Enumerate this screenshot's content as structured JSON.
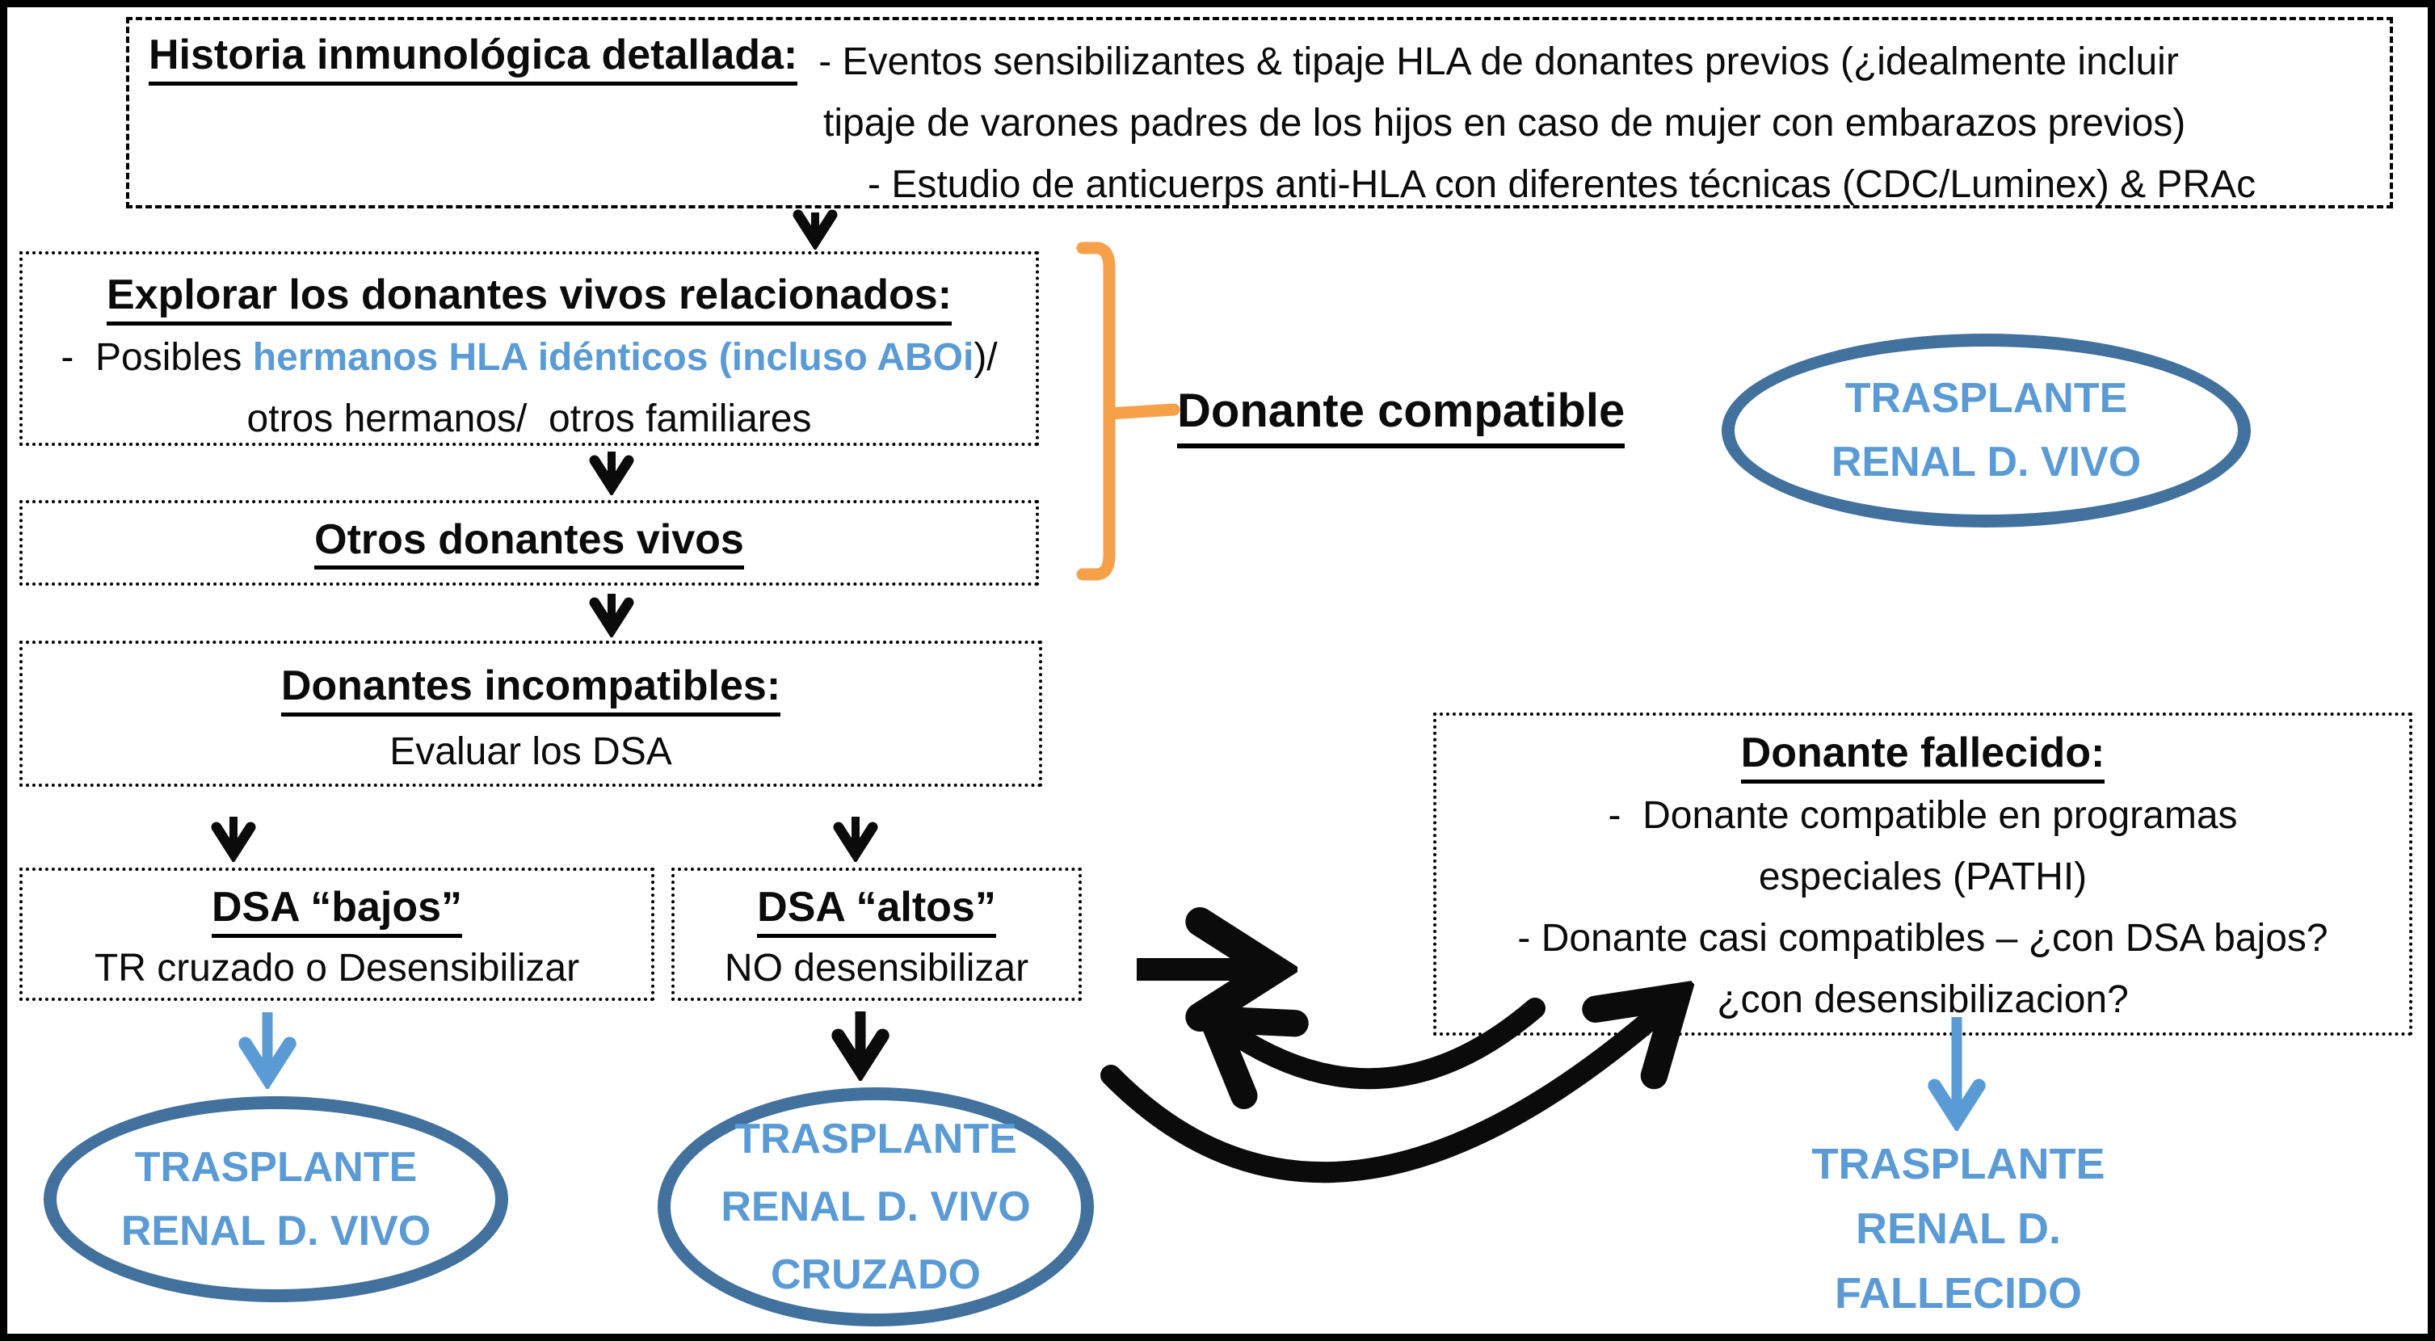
{
  "palette": {
    "blue_text": "#5B9BD5",
    "ellipse_border": "#41719C",
    "orange": "#F7A04A",
    "ink": "#0b0b0b"
  },
  "historia": {
    "title": "Historia inmunológica detallada:",
    "line1": "- Eventos sensibilizantes & tipaje HLA de donantes previos (¿idealmente incluir",
    "line2": "tipaje de varones padres de los hijos en caso de mujer con embarazos previos)",
    "line3": "- Estudio de anticuerps anti-HLA con diferentes técnicas (CDC/Luminex) & PRAc"
  },
  "explorar": {
    "title": "Explorar los donantes vivos relacionados:",
    "item_prefix": "-  Posibles ",
    "item_highlight": "hermanos HLA idénticos (incluso ABOi",
    "item_suffix": ")/",
    "line2": "otros hermanos/  otros familiares"
  },
  "otros": {
    "title": "Otros donantes vivos"
  },
  "incompatibles": {
    "title": "Donantes incompatibles:",
    "subtitle": "Evaluar los DSA"
  },
  "dsa_bajos": {
    "title": "DSA “bajos”",
    "subtitle": "TR cruzado o Desensibilizar"
  },
  "dsa_altos": {
    "title": "DSA “altos”",
    "subtitle": "NO desensibilizar"
  },
  "donante_compatible": {
    "label": "Donante compatible"
  },
  "fallecido": {
    "title": "Donante fallecido:",
    "line1": "-  Donante compatible en programas",
    "line2": "especiales (PATHI)",
    "line3": "- Donante casi compatibles – ¿con DSA bajos?",
    "line4": "¿con desensibilizacion?"
  },
  "ellipse_top_right": {
    "line1": "TRASPLANTE",
    "line2": "RENAL D. VIVO"
  },
  "ellipse_bottom_left": {
    "line1": "TRASPLANTE",
    "line2": "RENAL D. VIVO"
  },
  "ellipse_bottom_middle": {
    "line1": "TRASPLANTE",
    "line2": "RENAL D. VIVO",
    "line3": "CRUZADO"
  },
  "outcome_fallecido": {
    "line1": "TRASPLANTE",
    "line2": "RENAL D.",
    "line3": "FALLECIDO"
  }
}
